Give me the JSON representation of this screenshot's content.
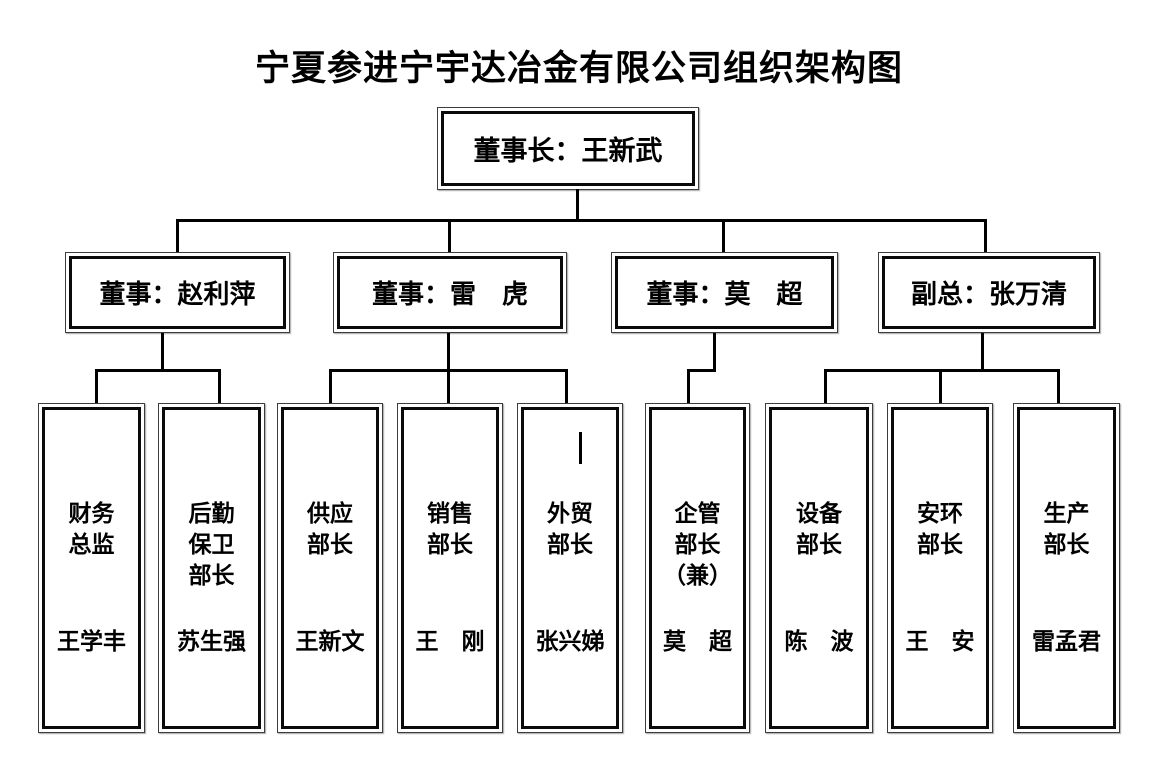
{
  "title": "宁夏参进宁宇达冶金有限公司组织架构图",
  "chairman": {
    "label": "董事长：王新武"
  },
  "directors": [
    {
      "label": "董事：赵利萍"
    },
    {
      "label": "董事：雷　虎"
    },
    {
      "label": "董事：莫　超"
    },
    {
      "label": "副总：张万清"
    }
  ],
  "departments": [
    {
      "dept": "财务\n总监",
      "name": "王学丰"
    },
    {
      "dept": "后勤\n保卫\n部长",
      "name": "苏生强"
    },
    {
      "dept": "供应\n部长",
      "name": "王新文"
    },
    {
      "dept": "销售\n部长",
      "name": "王　刚"
    },
    {
      "dept": "外贸\n部长",
      "name": "张兴娣"
    },
    {
      "dept": "企管\n部长\n（兼）",
      "name": "莫　超"
    },
    {
      "dept": "设备\n部长",
      "name": "陈　波"
    },
    {
      "dept": "安环\n部长",
      "name": "王　安"
    },
    {
      "dept": "生产\n部长",
      "name": "雷孟君"
    }
  ],
  "hierarchy": {
    "chairman_children": [
      "董事：赵利萍",
      "董事：雷　虎",
      "董事：莫　超",
      "副总：张万清"
    ],
    "赵利萍_children": [
      "财务总监",
      "后勤保卫部长"
    ],
    "雷虎_children": [
      "供应部长",
      "销售部长",
      "外贸部长"
    ],
    "莫超_children": [
      "企管部长（兼）"
    ],
    "张万清_children": [
      "设备部长",
      "安环部长",
      "生产部长"
    ]
  },
  "colors": {
    "line": "#000000",
    "border": "#0a0a0a",
    "background": "#ffffff"
  }
}
